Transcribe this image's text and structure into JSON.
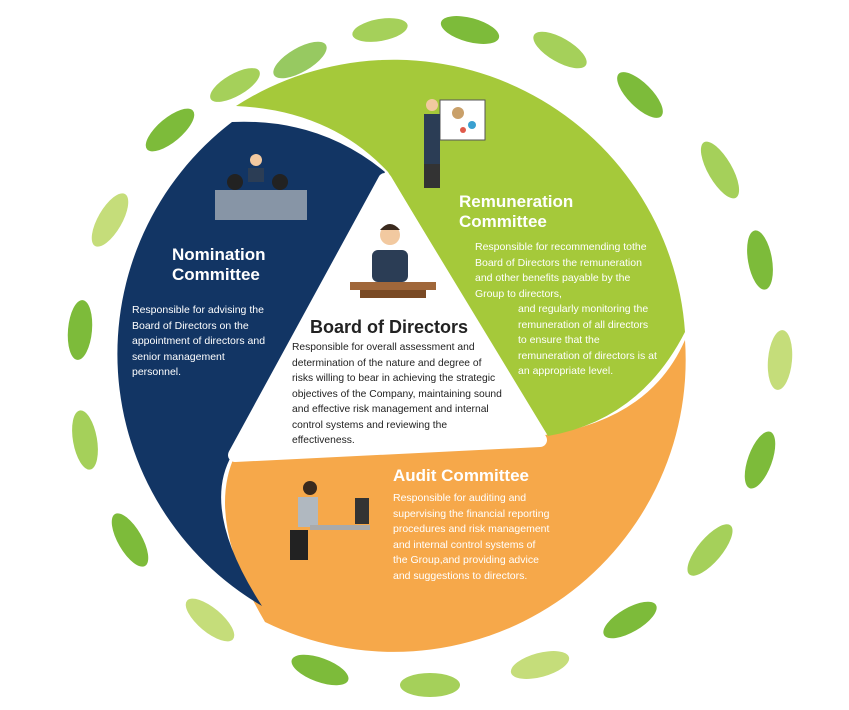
{
  "colors": {
    "navy": "#123564",
    "green": "#a5c93a",
    "orange": "#f6a84a",
    "leaf": "#7dbb3a"
  },
  "board": {
    "title": "Board of Directors",
    "description": "Responsible for overall assessment and determination of the nature and degree of risks willing to bear in achieving the strategic objectives of the Company, maintaining sound and effective risk management and internal control systems and reviewing the effectiveness."
  },
  "nomination": {
    "title_line1": "Nomination",
    "title_line2": "Committee",
    "description": "Responsible for advising the Board of Directors on the appointment of directors and senior management personnel."
  },
  "remuneration": {
    "title_line1": "Remuneration",
    "title_line2": "Committee",
    "description_part1": "Responsible for recommending tothe Board of Directors the remuneration and other benefits payable by the Group to directors,",
    "description_part2": "and regularly monitoring the remuneration of all directors to ensure that the remuneration of directors is at an appropriate level."
  },
  "audit": {
    "title": "Audit Committee",
    "description": "Responsible for auditing and supervising the financial reporting procedures and risk management and internal control systems of the Group,and providing advice and suggestions to directors."
  }
}
